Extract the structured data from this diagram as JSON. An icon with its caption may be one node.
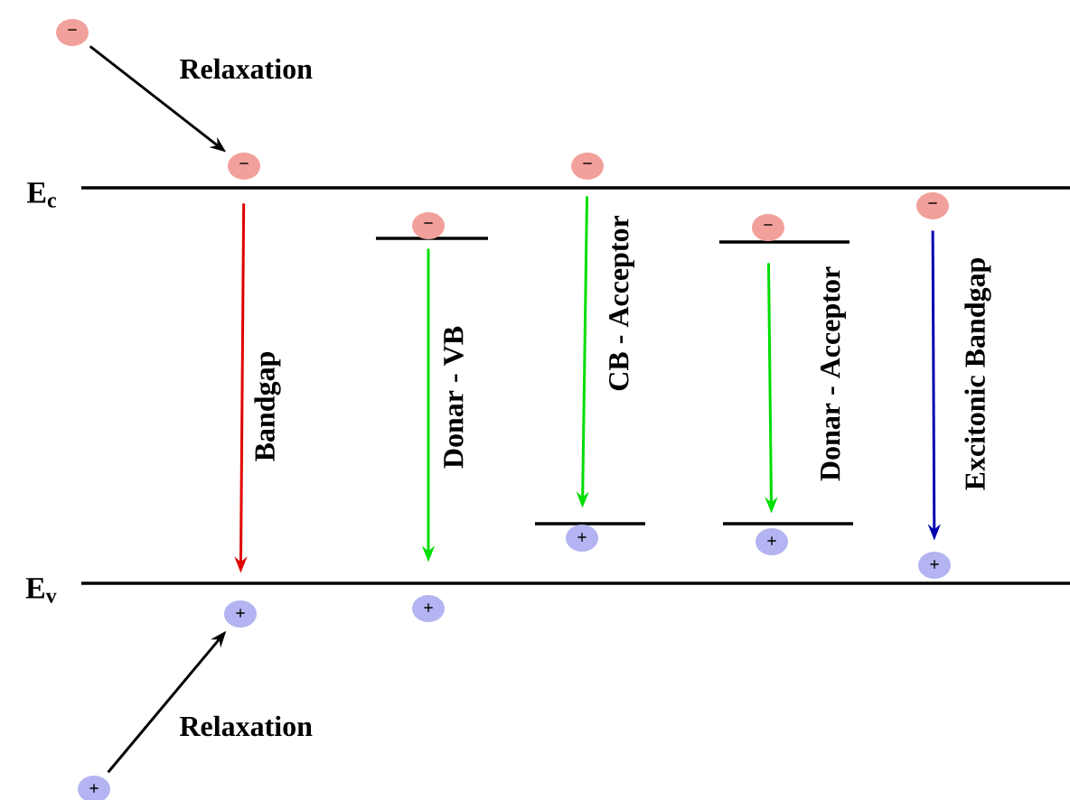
{
  "diagram": {
    "nodes": [
      {
        "text": [
          "−"
        ]
      },
      {
        "text": [
          "−"
        ]
      },
      {
        "text": [
          "−"
        ]
      },
      {
        "text": [
          "−"
        ]
      },
      {
        "text": [
          "−"
        ]
      },
      {
        "text": [
          "−"
        ]
      },
      {
        "text": [
          "+"
        ]
      },
      {
        "text": [
          "+"
        ]
      },
      {
        "text": [
          "+"
        ]
      },
      {
        "text": [
          "+"
        ]
      },
      {
        "text": [
          "+"
        ]
      },
      {
        "text": [
          "+"
        ]
      }
    ],
    "edges": [
      {
        "from": 0,
        "to": 1,
        "arrow": "to",
        "label": "Relaxation",
        "color": "#000000"
      },
      {
        "from": 1,
        "to": 9,
        "arrow": "to",
        "label": "Bandgap",
        "color": "#e00000"
      },
      {
        "from": 2,
        "to": 10,
        "arrow": "to",
        "label": "Donar - VB",
        "color": "#00dd00"
      },
      {
        "from": 3,
        "to": 6,
        "arrow": "to",
        "label": "CB - Acceptor",
        "color": "#00dd00"
      },
      {
        "from": 4,
        "to": 7,
        "arrow": "to",
        "label": "Donar - Acceptor",
        "color": "#00dd00"
      },
      {
        "from": 5,
        "to": 8,
        "arrow": "to",
        "label": "Excitonic Bandgap",
        "color": "#0000b0"
      },
      {
        "from": 11,
        "to": 9,
        "arrow": "to",
        "label": "Relaxation",
        "color": "#000000"
      }
    ],
    "labels": [
      "E$_{c}$",
      "E$_{v}$"
    ]
  }
}
